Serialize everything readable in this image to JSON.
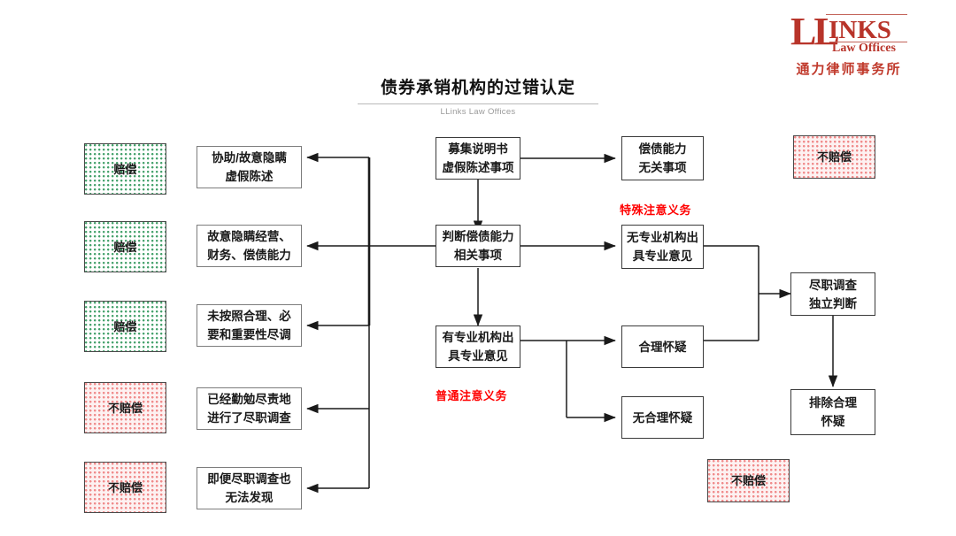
{
  "logo": {
    "mark_ll": "LL",
    "mark_inks": "INKS",
    "mark_law": "Law Offices",
    "mark_cn": "通力律师事务所",
    "color": "#b8342a"
  },
  "header": {
    "title": "债券承销机构的过错认定",
    "subtitle": "LLinks Law Offices"
  },
  "colors": {
    "compensate_fill": "#43a06a",
    "no_compensate_fill": "#f08a8a",
    "annotation_red": "#ff0000",
    "box_border": "#7d7d7d"
  },
  "outcomes": {
    "compensate": "赔偿",
    "no_compensate": "不赔偿"
  },
  "nodes": {
    "outcome_left": [
      {
        "id": "outcome-1",
        "label": "赔偿",
        "kind": "compensate"
      },
      {
        "id": "outcome-2",
        "label": "赔偿",
        "kind": "compensate"
      },
      {
        "id": "outcome-3",
        "label": "赔偿",
        "kind": "compensate"
      },
      {
        "id": "outcome-4",
        "label": "不赔偿",
        "kind": "no-compensate"
      },
      {
        "id": "outcome-5",
        "label": "不赔偿",
        "kind": "no-compensate"
      }
    ],
    "conduct": [
      {
        "id": "conduct-1",
        "label": "协助/故意隐瞒\n虚假陈述"
      },
      {
        "id": "conduct-2",
        "label": "故意隐瞒经营、\n财务、偿债能力"
      },
      {
        "id": "conduct-3",
        "label": "未按照合理、必\n要和重要性尽调"
      },
      {
        "id": "conduct-4",
        "label": "已经勤勉尽责地\n进行了尽职调查"
      },
      {
        "id": "conduct-5",
        "label": "即便尽职调查也\n无法发现"
      }
    ],
    "center": [
      {
        "id": "center-1",
        "label": "募集说明书\n虚假陈述事项"
      },
      {
        "id": "center-2",
        "label": "判断偿债能力\n相关事项"
      },
      {
        "id": "center-3",
        "label": "有专业机构出\n具专业意见"
      }
    ],
    "right": [
      {
        "id": "right-1",
        "label": "偿债能力\n无关事项"
      },
      {
        "id": "right-2",
        "label": "无专业机构出\n具专业意见"
      },
      {
        "id": "right-3",
        "label": "合理怀疑"
      },
      {
        "id": "right-4",
        "label": "无合理怀疑"
      }
    ],
    "far_right": [
      {
        "id": "farright-1",
        "label": "尽职调查\n独立判断"
      },
      {
        "id": "farright-2",
        "label": "排除合理\n怀疑"
      }
    ],
    "outcome_right": [
      {
        "id": "outcome-r1",
        "label": "不赔偿",
        "kind": "no-compensate"
      },
      {
        "id": "outcome-r2",
        "label": "不赔偿",
        "kind": "no-compensate"
      }
    ]
  },
  "annotations": [
    {
      "id": "note-special",
      "label": "特殊注意义务"
    },
    {
      "id": "note-ordinary",
      "label": "普通注意义务"
    }
  ]
}
